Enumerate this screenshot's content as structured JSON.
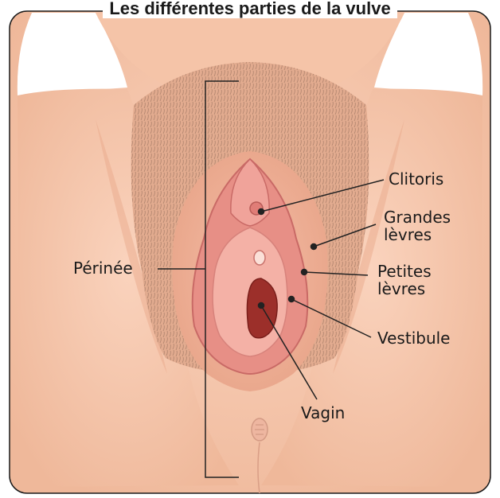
{
  "title": "Les différentes parties de la vulve",
  "labels": {
    "clitoris": "Clitoris",
    "grandes_levres": [
      "Grandes",
      "lèvres"
    ],
    "perinee": "Périnée",
    "petites_levres": [
      "Petites",
      "lèvres"
    ],
    "vestibule": "Vestibule",
    "vagin": "Vagin"
  },
  "colors": {
    "skin": "#f7c9ad",
    "skin_shadow": "#eab294",
    "hair": "#a87c66",
    "labia_outer": "#e58c86",
    "labia_inner": "#d9706e",
    "vestibule": "#f2aaa0",
    "vagina": "#9e2f2a",
    "leader_line": "#222222"
  }
}
